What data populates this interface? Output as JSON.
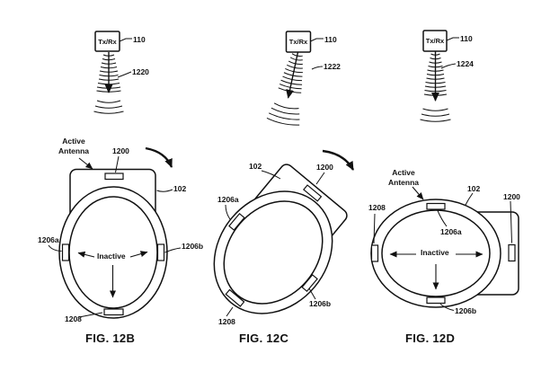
{
  "transmitters": [
    {
      "box_label": "Tx/Rx",
      "box_ref": "110",
      "beam_ref": "1220"
    },
    {
      "box_label": "Tx/Rx",
      "box_ref": "110",
      "beam_ref": "1222"
    },
    {
      "box_label": "Tx/Rx",
      "box_ref": "110",
      "beam_ref": "1224"
    }
  ],
  "fig_12b": {
    "caption": "FIG. 12B",
    "active_antenna_line1": "Active",
    "active_antenna_line2": "Antenna",
    "inactive_label": "Inactive",
    "ref_card": "102",
    "ref_card_antenna": "1200",
    "ref_left_antenna": "1206a",
    "ref_right_antenna": "1206b",
    "ref_bottom_antenna": "1208"
  },
  "fig_12c": {
    "caption": "FIG. 12C",
    "ref_card": "102",
    "ref_card_antenna": "1200",
    "ref_upper_left_antenna": "1206a",
    "ref_lower_right_antenna": "1206b",
    "ref_lower_left_antenna": "1208"
  },
  "fig_12d": {
    "caption": "FIG. 12D",
    "active_antenna_line1": "Active",
    "active_antenna_line2": "Antenna",
    "inactive_label": "Inactive",
    "ref_card": "102",
    "ref_card_antenna": "1200",
    "ref_top_antenna": "1206a",
    "ref_bottom_antenna": "1206b",
    "ref_left_antenna": "1208"
  },
  "colors": {
    "ink": "#111111",
    "background": "#ffffff"
  }
}
